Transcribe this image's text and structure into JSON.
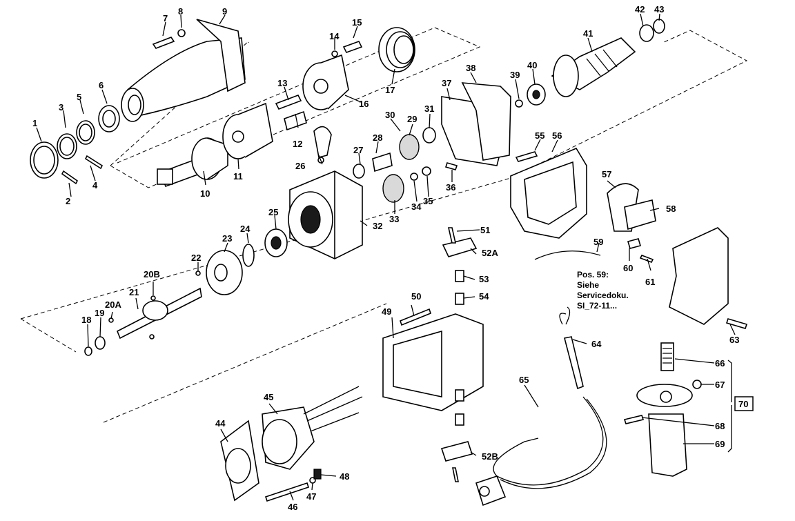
{
  "callouts": [
    {
      "id": "1"
    },
    {
      "id": "2"
    },
    {
      "id": "3"
    },
    {
      "id": "4"
    },
    {
      "id": "5"
    },
    {
      "id": "6"
    },
    {
      "id": "7"
    },
    {
      "id": "8"
    },
    {
      "id": "9"
    },
    {
      "id": "10"
    },
    {
      "id": "11"
    },
    {
      "id": "12"
    },
    {
      "id": "13"
    },
    {
      "id": "14"
    },
    {
      "id": "15"
    },
    {
      "id": "16"
    },
    {
      "id": "17"
    },
    {
      "id": "18"
    },
    {
      "id": "19"
    },
    {
      "id": "20A"
    },
    {
      "id": "20B"
    },
    {
      "id": "21"
    },
    {
      "id": "22"
    },
    {
      "id": "23"
    },
    {
      "id": "24"
    },
    {
      "id": "25"
    },
    {
      "id": "26"
    },
    {
      "id": "27"
    },
    {
      "id": "28"
    },
    {
      "id": "29"
    },
    {
      "id": "30"
    },
    {
      "id": "31"
    },
    {
      "id": "32"
    },
    {
      "id": "33"
    },
    {
      "id": "34"
    },
    {
      "id": "35"
    },
    {
      "id": "36"
    },
    {
      "id": "37"
    },
    {
      "id": "38"
    },
    {
      "id": "39"
    },
    {
      "id": "40"
    },
    {
      "id": "41"
    },
    {
      "id": "42"
    },
    {
      "id": "43"
    },
    {
      "id": "44"
    },
    {
      "id": "45"
    },
    {
      "id": "46"
    },
    {
      "id": "47"
    },
    {
      "id": "48"
    },
    {
      "id": "49"
    },
    {
      "id": "50"
    },
    {
      "id": "51"
    },
    {
      "id": "52A"
    },
    {
      "id": "52B"
    },
    {
      "id": "53"
    },
    {
      "id": "54"
    },
    {
      "id": "55"
    },
    {
      "id": "56"
    },
    {
      "id": "57"
    },
    {
      "id": "58"
    },
    {
      "id": "59"
    },
    {
      "id": "60"
    },
    {
      "id": "61"
    },
    {
      "id": "63"
    },
    {
      "id": "64"
    },
    {
      "id": "65"
    },
    {
      "id": "66"
    },
    {
      "id": "67"
    },
    {
      "id": "68"
    },
    {
      "id": "69"
    },
    {
      "id": "70"
    }
  ],
  "note": {
    "line1": "Pos. 59:",
    "line2": "Siehe",
    "line3": "Servicedoku.",
    "line4": "SI_72-11..."
  }
}
